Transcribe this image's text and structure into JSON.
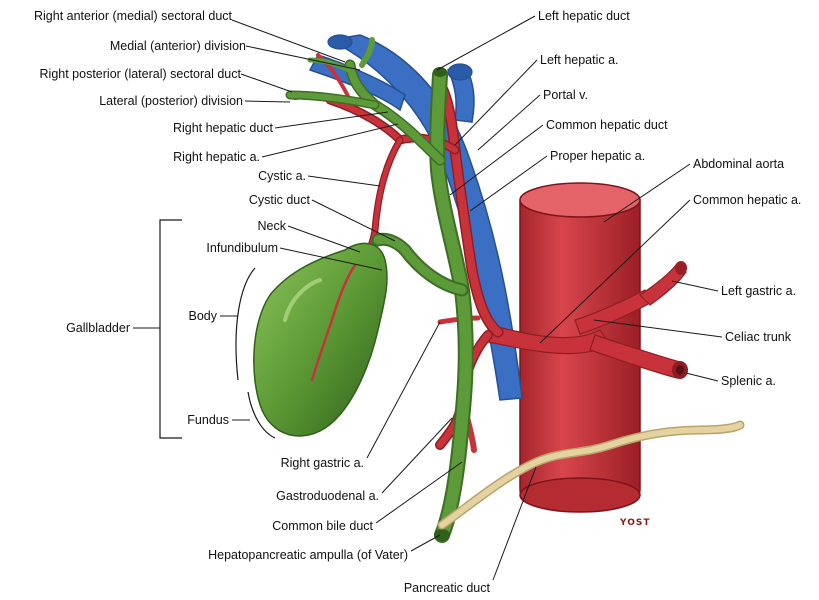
{
  "labels": {
    "right_anterior_sectoral_duct": "Right anterior (medial) sectoral duct",
    "medial_division": "Medial (anterior) division",
    "right_posterior_sectoral_duct": "Right posterior (lateral) sectoral duct",
    "lateral_division": "Lateral (posterior) division",
    "right_hepatic_duct": "Right hepatic duct",
    "right_hepatic_a": "Right hepatic a.",
    "cystic_a": "Cystic a.",
    "cystic_duct": "Cystic duct",
    "neck": "Neck",
    "infundibulum": "Infundibulum",
    "gallbladder": "Gallbladder",
    "body": "Body",
    "fundus": "Fundus",
    "left_hepatic_duct": "Left hepatic duct",
    "left_hepatic_a": "Left hepatic a.",
    "portal_v": "Portal v.",
    "common_hepatic_duct": "Common hepatic duct",
    "proper_hepatic_a": "Proper hepatic a.",
    "abdominal_aorta": "Abdominal aorta",
    "common_hepatic_a": "Common hepatic a.",
    "left_gastric_a": "Left gastric a.",
    "celiac_trunk": "Celiac trunk",
    "splenic_a": "Splenic a.",
    "right_gastric_a": "Right gastric a.",
    "gastroduodenal_a": "Gastroduodenal a.",
    "common_bile_duct": "Common bile duct",
    "hepatopancreatic_ampulla": "Hepatopancreatic ampulla (of Vater)",
    "pancreatic_duct": "Pancreatic duct"
  },
  "signature": "YOST",
  "colors": {
    "artery": "#c8333b",
    "artery_dark": "#8f1e24",
    "bile_duct": "#5d9a3a",
    "bile_dark": "#3e6e24",
    "portal_vein": "#3a6fc4",
    "vein_dark": "#264f93",
    "pancreatic_duct": "#e4d3a0",
    "leader": "#1a1a1a"
  }
}
